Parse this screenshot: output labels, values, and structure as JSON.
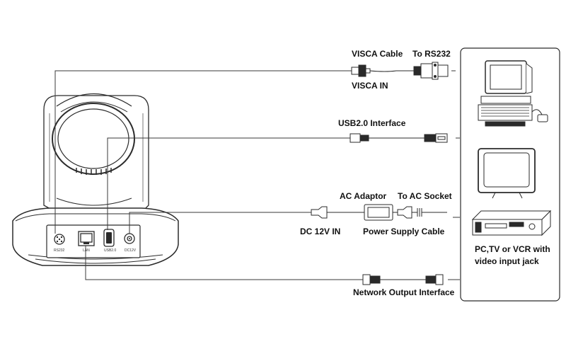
{
  "labels": {
    "visca_cable": "VISCA Cable",
    "to_rs232": "To RS232",
    "visca_in": "VISCA IN",
    "usb_interface": "USB2.0 Interface",
    "ac_adaptor": "AC Adaptor",
    "to_ac_socket": "To AC Socket",
    "dc_12v_in": "DC 12V IN",
    "power_supply_cable": "Power Supply Cable",
    "network_output": "Network Output Interface",
    "devices_line1": "PC,TV or VCR with",
    "devices_line2": "video input jack"
  },
  "ports": {
    "rs232": "RS232",
    "lan": "LAN",
    "usb": "USB2.0",
    "dc12v": "DC12V"
  },
  "colors": {
    "line": "#2b2b2b",
    "fill_light": "#ffffff",
    "fill_dark": "#2a2a2a",
    "fill_mid": "#9a9a9a"
  }
}
